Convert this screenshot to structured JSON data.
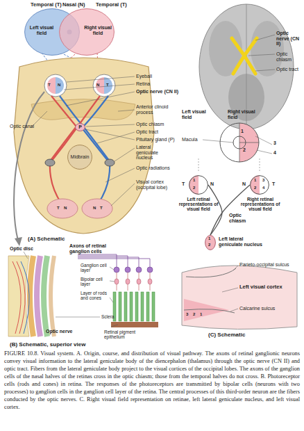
{
  "diagram": {
    "caption": "FIGURE 10.8. Visual system. A. Origin, course, and distribution of visual pathway. The axons of retinal ganglionic neurons convey visual information to the lateral geniculate body of the diencephalon (thalamus) through the optic nerve (CN II) and optic tract. Fibers from the lateral geniculate body project to the visual cortices of the occipital lobes. The axons of the ganglion cells of the nasal halves of the retinas cross in the optic chiasm; those from the temporal halves do not cross. B. Photoreceptor cells (rods and cones) in retina. The responses of the photoreceptors are transmitted by bipolar cells (neurons with two processes) to ganglion cells in the ganglion cell layer of the retina. The central processes of this third-order neuron are the fibers conducted by the optic nerves. C. Right visual field representation on retinae, left lateral geniculate nucleus, and left visual cortex.",
    "nodes": [
      {
        "text": [
          "Left visual field"
        ]
      },
      {
        "text": [
          "Right visual field"
        ]
      },
      {
        "text": [
          "P"
        ]
      },
      {
        "text": [
          "Midbrain"
        ]
      },
      {
        "text": [
          "Left retinal representations of visual field"
        ]
      },
      {
        "text": [
          "Right retinal representations of visual field"
        ]
      },
      {
        "text": [
          "Left lateral geniculate nucleus"
        ]
      }
    ],
    "edges": [
      {
        "from": 4,
        "to": 6,
        "arrow": "none"
      },
      {
        "from": 5,
        "to": 6,
        "arrow": "none"
      }
    ],
    "labels": [
      "Temporal (T)",
      "Nasal (N)",
      "Temporal (T)",
      "Eyeball",
      "Retina",
      "Optic nerve (CN II)",
      "Optic canal",
      "Anterior clinoid process",
      "Optic chiasm",
      "Optic tract",
      "Pituitary gland (P)",
      "Lateral geniculate nucleus",
      "Optic radiations",
      "Visual cortex (occipital lobe)",
      "T",
      "N",
      "N",
      "T",
      "T",
      "N",
      "N",
      "T",
      "(A) Schematic",
      "Optic nerve (CN II)",
      "Optic chiasm",
      "Optic tract",
      "Optic disc",
      "Axons of retinal ganglion cells",
      "Ganglion cell layer",
      "Bipolar cell layer",
      "Layer of rods and cones",
      "Sclera",
      "Optic nerve",
      "Retinal pigment epithelium",
      "(B) Schematic, superior view",
      "Left visual field",
      "Right visual field",
      "Macula",
      "1",
      "2",
      "3",
      "4",
      "T",
      "N",
      "N",
      "T",
      "1",
      "2",
      "1",
      "2",
      "3",
      "4",
      "Optic chiasm",
      "1",
      "2",
      "Parieto-occipital sulcus",
      "Left visual cortex",
      "Calcarine sulcus",
      "3",
      "2",
      "1",
      "(C) Schematic"
    ]
  }
}
